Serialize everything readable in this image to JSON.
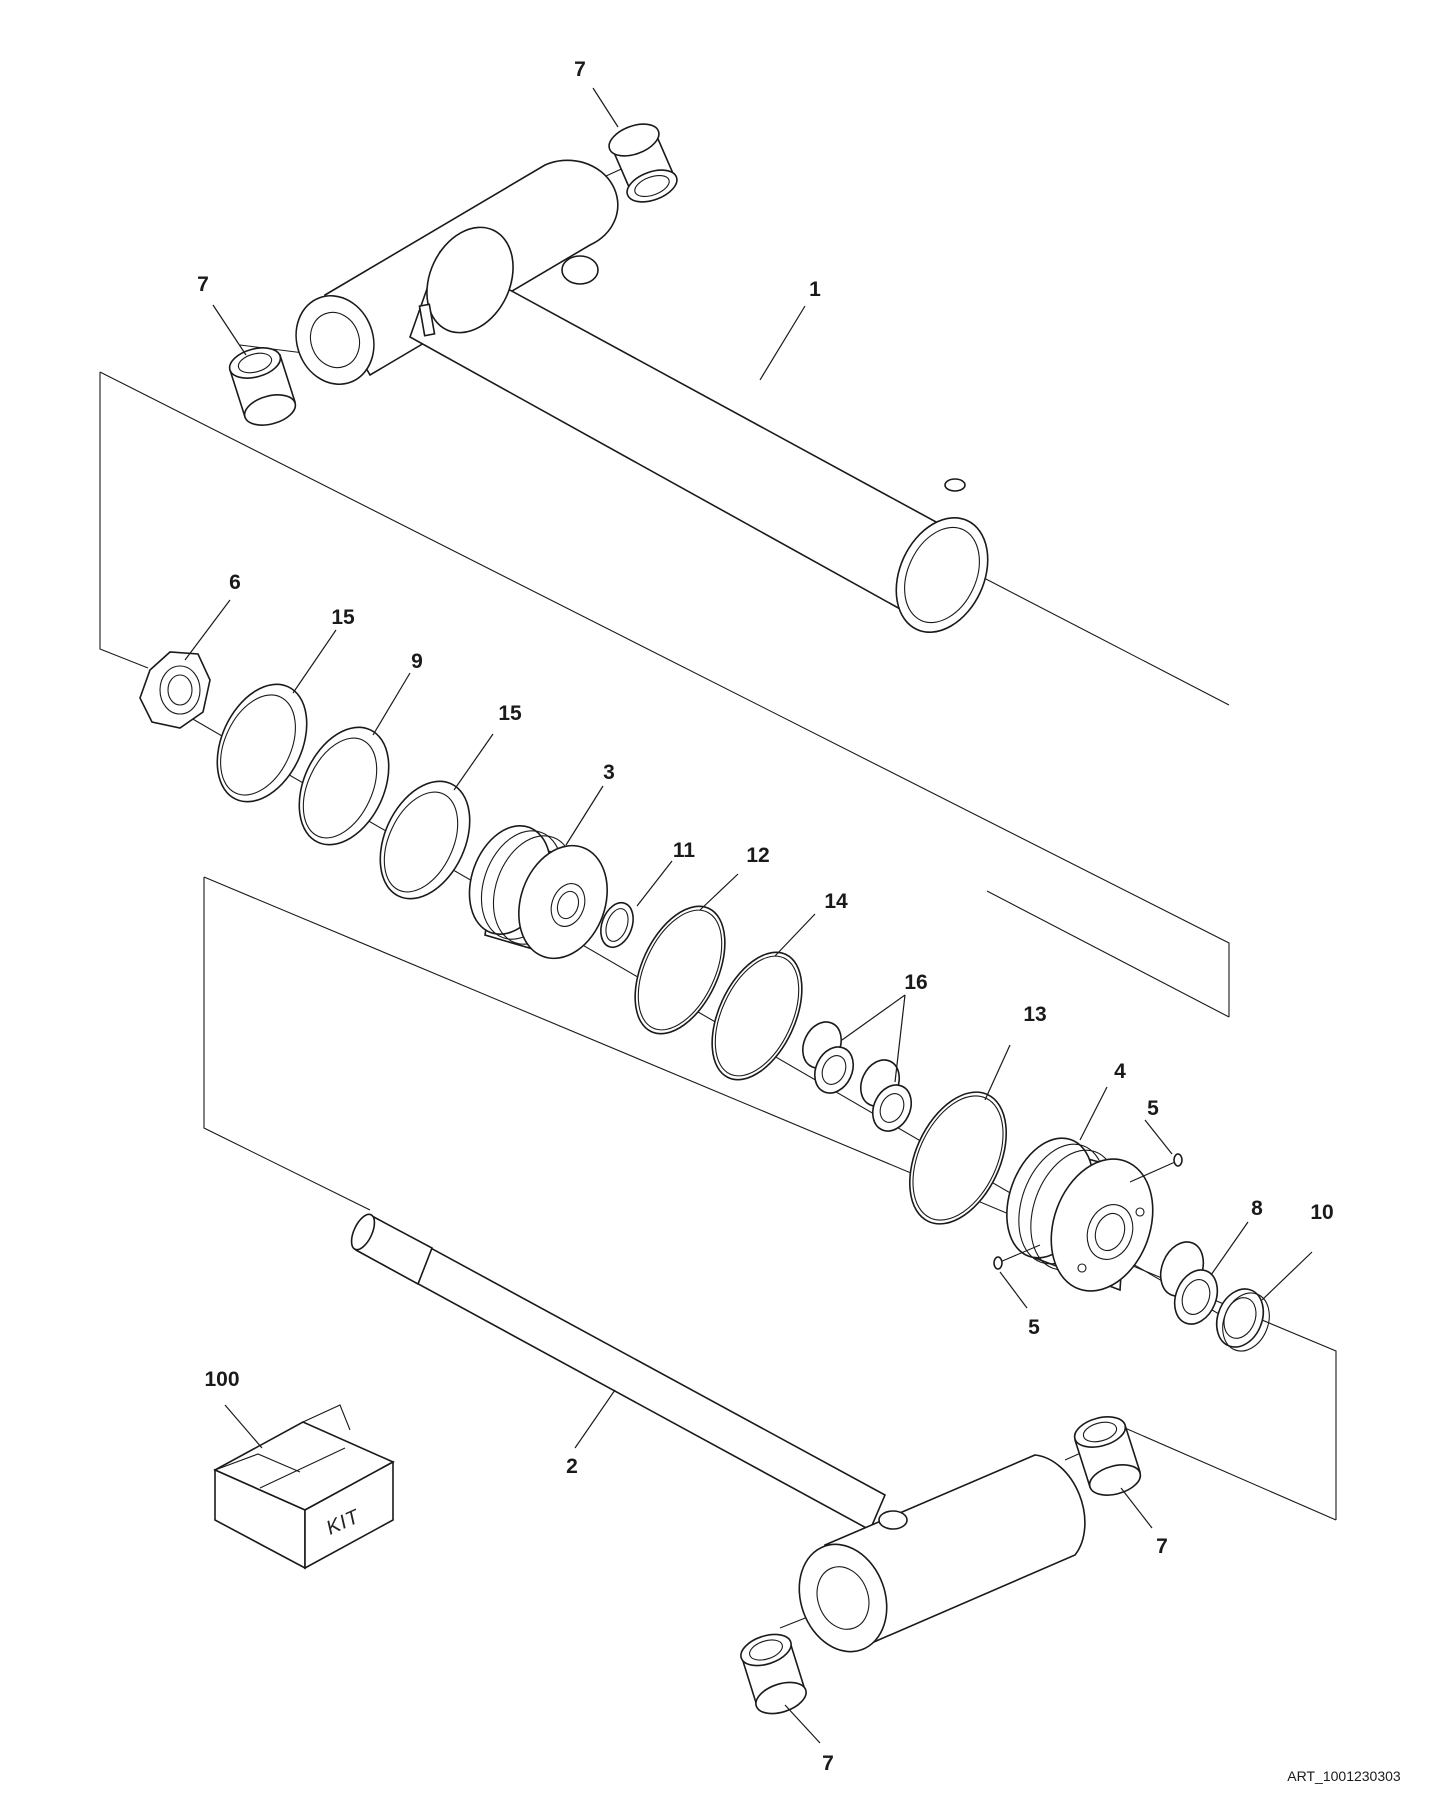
{
  "callouts": [
    {
      "id": "c7a",
      "text": "7"
    },
    {
      "id": "c7b",
      "text": "7"
    },
    {
      "id": "c1",
      "text": "1"
    },
    {
      "id": "c6",
      "text": "6"
    },
    {
      "id": "c15a",
      "text": "15"
    },
    {
      "id": "c9",
      "text": "9"
    },
    {
      "id": "c15b",
      "text": "15"
    },
    {
      "id": "c3",
      "text": "3"
    },
    {
      "id": "c11",
      "text": "11"
    },
    {
      "id": "c12",
      "text": "12"
    },
    {
      "id": "c14",
      "text": "14"
    },
    {
      "id": "c16",
      "text": "16"
    },
    {
      "id": "c13",
      "text": "13"
    },
    {
      "id": "c4",
      "text": "4"
    },
    {
      "id": "c5a",
      "text": "5"
    },
    {
      "id": "c8",
      "text": "8"
    },
    {
      "id": "c10",
      "text": "10"
    },
    {
      "id": "c5b",
      "text": "5"
    },
    {
      "id": "c100",
      "text": "100"
    },
    {
      "id": "c2",
      "text": "2"
    },
    {
      "id": "c7c",
      "text": "7"
    },
    {
      "id": "c7d",
      "text": "7"
    }
  ],
  "kit_box_text": "KIT",
  "art_reference": "ART_1001230303"
}
